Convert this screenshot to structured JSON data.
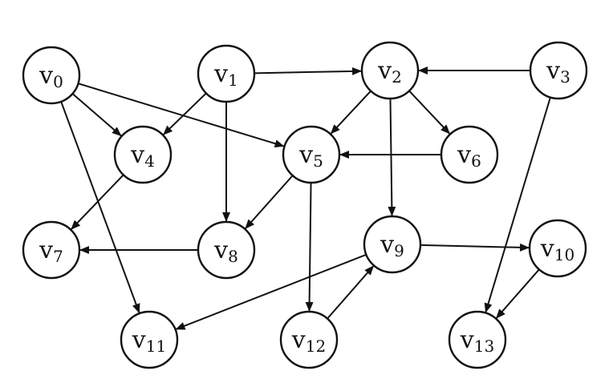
{
  "nodes": [
    {
      "id": "v0",
      "base": "v",
      "sub": "0"
    },
    {
      "id": "v1",
      "base": "v",
      "sub": "1"
    },
    {
      "id": "v2",
      "base": "v",
      "sub": "2"
    },
    {
      "id": "v3",
      "base": "v",
      "sub": "3"
    },
    {
      "id": "v4",
      "base": "v",
      "sub": "4"
    },
    {
      "id": "v5",
      "base": "v",
      "sub": "5"
    },
    {
      "id": "v6",
      "base": "v",
      "sub": "6"
    },
    {
      "id": "v7",
      "base": "v",
      "sub": "7"
    },
    {
      "id": "v8",
      "base": "v",
      "sub": "8"
    },
    {
      "id": "v9",
      "base": "v",
      "sub": "9"
    },
    {
      "id": "v10",
      "base": "v",
      "sub": "10"
    },
    {
      "id": "v11",
      "base": "v",
      "sub": "11"
    },
    {
      "id": "v12",
      "base": "v",
      "sub": "12"
    },
    {
      "id": "v13",
      "base": "v",
      "sub": "13"
    }
  ],
  "edges": [
    {
      "from": "v0",
      "to": "v4"
    },
    {
      "from": "v0",
      "to": "v5"
    },
    {
      "from": "v0",
      "to": "v11"
    },
    {
      "from": "v1",
      "to": "v2"
    },
    {
      "from": "v1",
      "to": "v4"
    },
    {
      "from": "v1",
      "to": "v8"
    },
    {
      "from": "v3",
      "to": "v2"
    },
    {
      "from": "v3",
      "to": "v13"
    },
    {
      "from": "v2",
      "to": "v5"
    },
    {
      "from": "v2",
      "to": "v6"
    },
    {
      "from": "v2",
      "to": "v9"
    },
    {
      "from": "v6",
      "to": "v5"
    },
    {
      "from": "v4",
      "to": "v7"
    },
    {
      "from": "v5",
      "to": "v8"
    },
    {
      "from": "v5",
      "to": "v12"
    },
    {
      "from": "v8",
      "to": "v7"
    },
    {
      "from": "v9",
      "to": "v10"
    },
    {
      "from": "v9",
      "to": "v11"
    },
    {
      "from": "v12",
      "to": "v9"
    },
    {
      "from": "v10",
      "to": "v13"
    }
  ],
  "colors": {
    "stroke": "#111111",
    "node_fill": "#ffffff",
    "background": "#ffffff"
  }
}
